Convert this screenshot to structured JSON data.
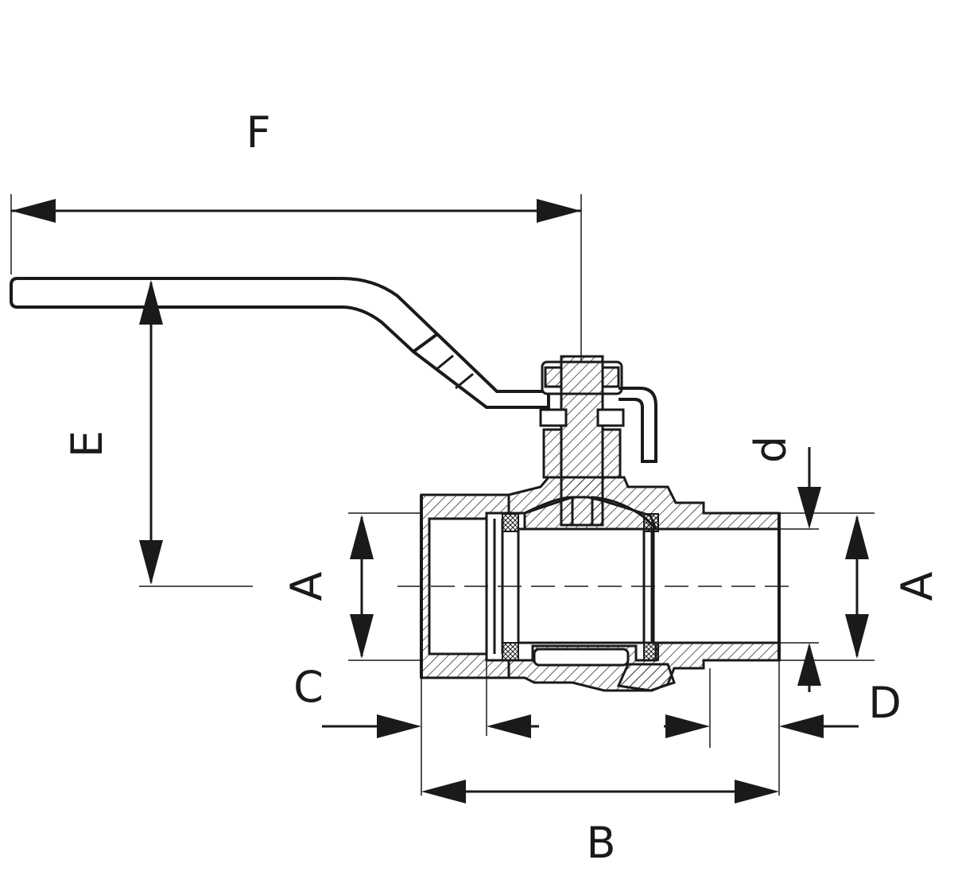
{
  "diagram": {
    "type": "ball-valve-dimension-drawing",
    "line_color": "#1a1a1a",
    "background": "#ffffff",
    "labels": {
      "F": "F",
      "E": "E",
      "A_left": "A",
      "A_right": "A",
      "d": "d",
      "C": "C",
      "D": "D",
      "B": "B"
    }
  }
}
